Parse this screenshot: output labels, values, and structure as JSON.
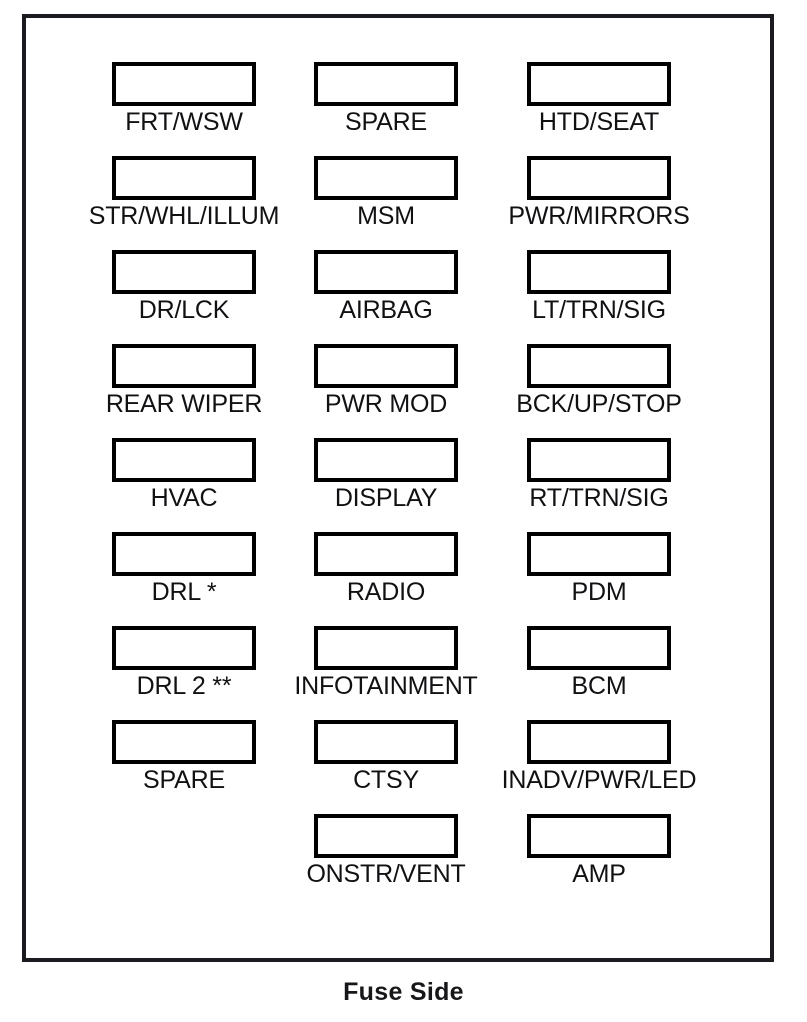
{
  "diagram": {
    "caption": "Fuse Side",
    "panel_border_color": "#1b1b1f",
    "slot_border_color": "#000000",
    "background_color": "#ffffff",
    "text_color": "#111114",
    "columns": [
      {
        "name": "left-column",
        "slots": [
          {
            "label": "FRT/WSW"
          },
          {
            "label": "STR/WHL/ILLUM"
          },
          {
            "label": "DR/LCK"
          },
          {
            "label": "REAR WIPER"
          },
          {
            "label": "HVAC"
          },
          {
            "label": "DRL *"
          },
          {
            "label": "DRL 2 **"
          },
          {
            "label": "SPARE"
          }
        ]
      },
      {
        "name": "middle-column",
        "slots": [
          {
            "label": "SPARE"
          },
          {
            "label": "MSM"
          },
          {
            "label": "AIRBAG"
          },
          {
            "label": "PWR MOD"
          },
          {
            "label": "DISPLAY"
          },
          {
            "label": "RADIO"
          },
          {
            "label": "INFOTAINMENT"
          },
          {
            "label": "CTSY"
          },
          {
            "label": "ONSTR/VENT"
          }
        ]
      },
      {
        "name": "right-column",
        "slots": [
          {
            "label": "HTD/SEAT"
          },
          {
            "label": "PWR/MIRRORS"
          },
          {
            "label": "LT/TRN/SIG"
          },
          {
            "label": "BCK/UP/STOP"
          },
          {
            "label": "RT/TRN/SIG"
          },
          {
            "label": "PDM"
          },
          {
            "label": "BCM"
          },
          {
            "label": "INADV/PWR/LED"
          },
          {
            "label": "AMP"
          }
        ]
      }
    ]
  }
}
